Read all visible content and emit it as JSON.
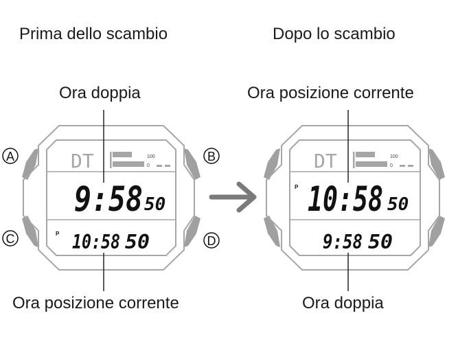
{
  "headings": {
    "before": "Prima dello scambio",
    "after": "Dopo lo scambio"
  },
  "before": {
    "top_label": "Ora doppia",
    "bottom_label": "Ora posizione corrente",
    "mode": "DT",
    "bar_max": "100",
    "bar_min": "0",
    "main_time": "9:58",
    "main_seconds": "50",
    "pm_indicator": "P",
    "sub_time": "10:58",
    "sub_seconds": "50"
  },
  "after": {
    "top_label": "Ora posizione corrente",
    "bottom_label": "Ora doppia",
    "mode": "DT",
    "bar_max": "100",
    "bar_min": "0",
    "pm_indicator": "P",
    "main_time": "10:58",
    "main_seconds": "50",
    "sub_time": "9:58",
    "sub_seconds": "50"
  },
  "buttons": {
    "a": "A",
    "b": "B",
    "c": "C",
    "d": "D"
  },
  "colors": {
    "outline": "#a6a6a6",
    "button": "#a0a0a0",
    "arrow": "#7a7a7a",
    "text": "#1a1a1a"
  }
}
